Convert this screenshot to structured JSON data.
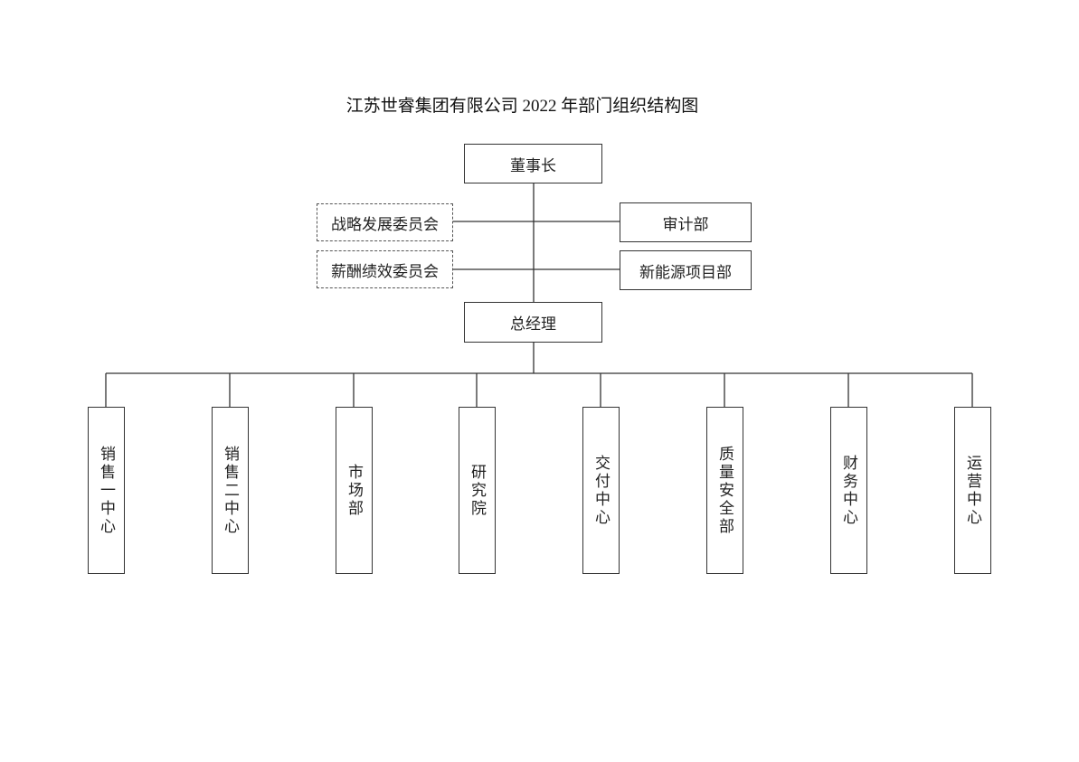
{
  "title": "江苏世睿集团有限公司 2022 年部门组织结构图",
  "chairman": "董事长",
  "committees": [
    "战略发展委员会",
    "薪酬绩效委员会"
  ],
  "side_departments": [
    "审计部",
    "新能源项目部"
  ],
  "general_manager": "总经理",
  "departments": [
    "销售一中心",
    "销售二中心",
    "市场部",
    "研究院",
    "交付中心",
    "质量安全部",
    "财务中心",
    "运营中心"
  ]
}
